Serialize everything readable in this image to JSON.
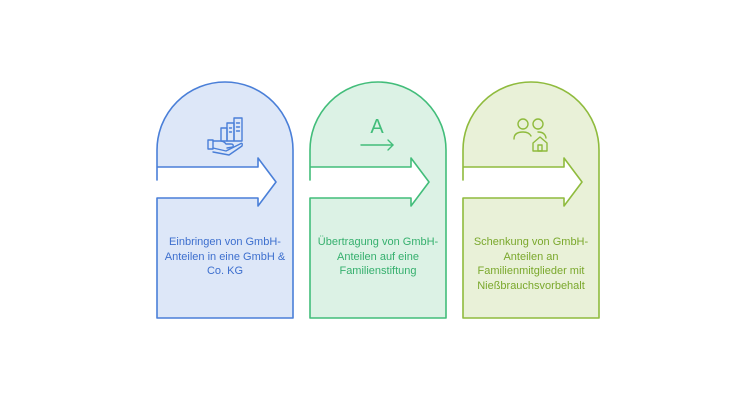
{
  "cards": [
    {
      "label": "Einbringen von GmbH-Anteilen in eine GmbH & Co. KG",
      "icon": "hand-buildings-icon",
      "stroke": "#4a7fd8",
      "fill": "#dde7f8",
      "text_color": "#3d6fce"
    },
    {
      "label": "Übertragung von GmbH-Anteilen auf eine Familienstiftung",
      "icon": "letter-a-transfer-icon",
      "icon_text": "A",
      "stroke": "#42bd7a",
      "fill": "#dcf2e5",
      "text_color": "#36b06e"
    },
    {
      "label": "Schenkung von GmbH-Anteilen an Familienmitglieder mit Nießbrauchsvorbehalt",
      "icon": "family-house-icon",
      "stroke": "#8fbb3d",
      "fill": "#e9f1d8",
      "text_color": "#7aa82c"
    }
  ]
}
